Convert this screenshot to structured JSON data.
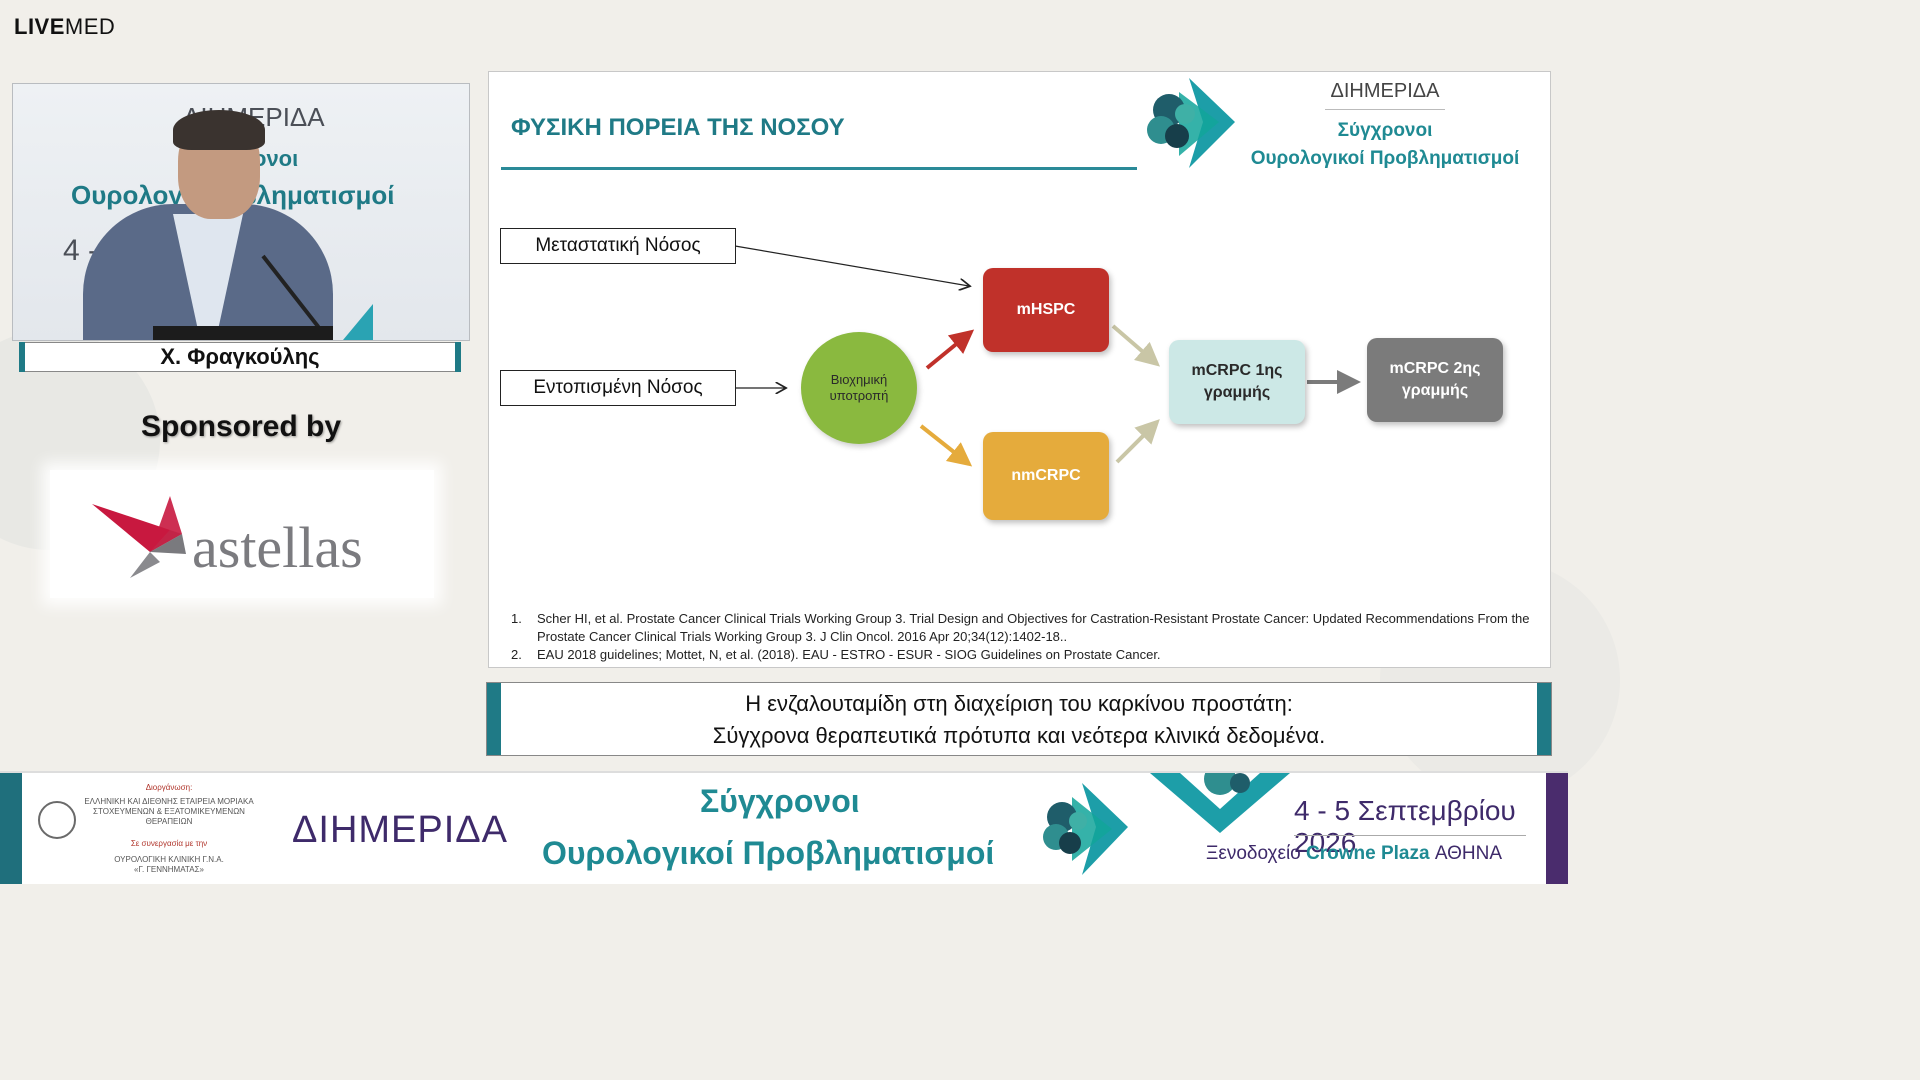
{
  "brand": {
    "live": "LIVE",
    "med": "MED"
  },
  "video": {
    "bg_line1": "ΔΙΗΜΕΡΙΔΑ",
    "bg_line2": "ονοι",
    "bg_line3": "Ουρολογ  Προβληματισμοί",
    "bg_line4": "4 - 5"
  },
  "speaker": {
    "name": "Χ. Φραγκούλης"
  },
  "sponsor": {
    "heading": "Sponsored by",
    "name": "astellas"
  },
  "slide": {
    "title": "ΦΥΣΙΚΗ ΠΟΡΕΙΑ ΤΗΣ ΝΟΣΟΥ",
    "logo_line1": "ΔΙΗΜΕΡΙΔΑ",
    "logo_line2": "Σύγχρονοι",
    "logo_line3": "Ουρολογικοί Προβληματισμοί",
    "boxes": {
      "metastatic": "Μεταστατική Νόσος",
      "localized": "Εντοπισμένη Νόσος"
    },
    "nodes": {
      "biochemical": "Βιοχημική υποτροπή",
      "mhspc": "mHSPC",
      "nmcrpc": "nmCRPC",
      "mcrpc1_a": "mCRPC 1ης",
      "mcrpc1_b": "γραμμής",
      "mcrpc2_a": "mCRPC 2ης",
      "mcrpc2_b": "γραμμής"
    },
    "colors": {
      "accent": "#1f7a86",
      "mhspc": "#c0312a",
      "nmcrpc": "#e5ab3c",
      "mcrpc1": "#cce8e6",
      "mcrpc2": "#7b7b7b",
      "biochemical": "#8ab93f"
    },
    "references": [
      {
        "num": "1.",
        "text": "Scher HI, et al. Prostate Cancer Clinical Trials Working Group 3. Trial Design and Objectives for Castration-Resistant Prostate Cancer: Updated Recommendations From the Prostate Cancer Clinical Trials Working Group 3. J Clin Oncol. 2016 Apr 20;34(12):1402-18.."
      },
      {
        "num": "2.",
        "text": "EAU 2018 guidelines; Mottet, N, et al. (2018). EAU - ESTRO - ESUR - SIOG Guidelines on Prostate Cancer."
      }
    ]
  },
  "caption": {
    "line1": "Η ενζαλουταμίδη στη διαχείριση του καρκίνου προστάτη:",
    "line2": "Σύγχρονα θεραπευτικά πρότυπα και νεότερα κλινικά δεδομένα."
  },
  "banner": {
    "org_label": "Διοργάνωση:",
    "org_name": "ΕΛΛΗΝΙΚΗ ΚΑΙ ΔΙΕΘΝΗΣ ΕΤΑΙΡΕΙΑ ΜΟΡΙΑΚΑ ΣΤΟΧΕΥΜΕΝΩΝ & ΕΞΑΤΟΜΙΚΕΥΜΕΝΩΝ ΘΕΡΑΠΕΙΩΝ",
    "collab_label": "Σε συνεργασία με την",
    "collab_name1": "ΟΥΡΟΛΟΓΙΚΗ ΚΛΙΝΙΚΗ Γ.Ν.Α.",
    "collab_name2": "«Γ. ΓΕΝΝΗΜΑΤΑΣ»",
    "event": "ΔΙΗΜΕΡΙΔΑ",
    "title1": "Σύγχρονοι",
    "title2": "Ουρολογικοί Προβληματισμοί",
    "date": "4 - 5 Σεπτεμβρίου 2026",
    "venue_pre": "Ξενοδοχείο ",
    "venue_name": "Crowne Plaza",
    "venue_city": " ΑΘΗΝΑ"
  }
}
